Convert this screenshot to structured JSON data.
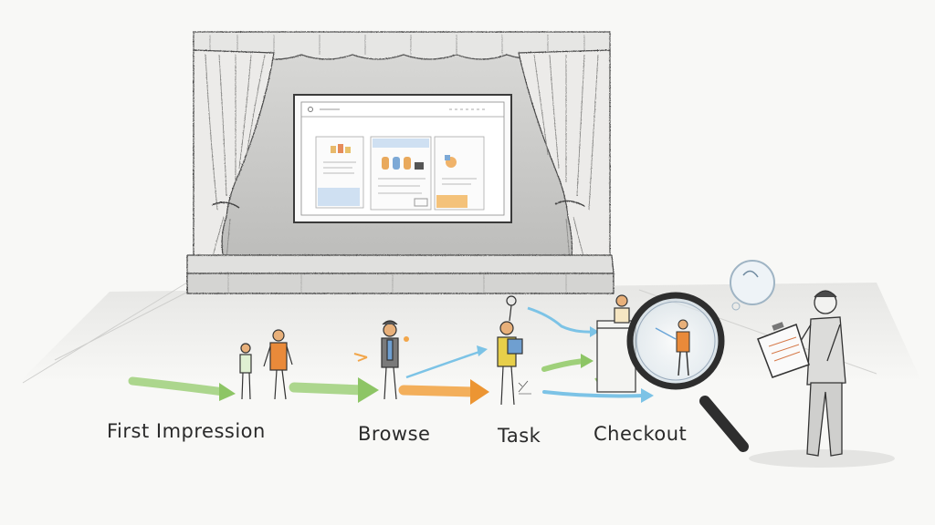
{
  "journey": {
    "stages": [
      {
        "label": "First  Impression"
      },
      {
        "label": "Browse"
      },
      {
        "label": "Task"
      },
      {
        "label": "Checkout"
      }
    ]
  },
  "colors": {
    "arrow_green": "#9fd07a",
    "arrow_orange": "#f2a64a",
    "arrow_blue": "#7cc3e6",
    "pencil": "#3a3a3a",
    "orange_vest": "#e98a3a",
    "blue_shirt": "#6f9fd0",
    "yellow_shirt": "#e7cf4a"
  },
  "icons": [
    "stage-curtain",
    "screen-mockup",
    "magnifying-glass",
    "clipboard",
    "speech-bubble"
  ]
}
